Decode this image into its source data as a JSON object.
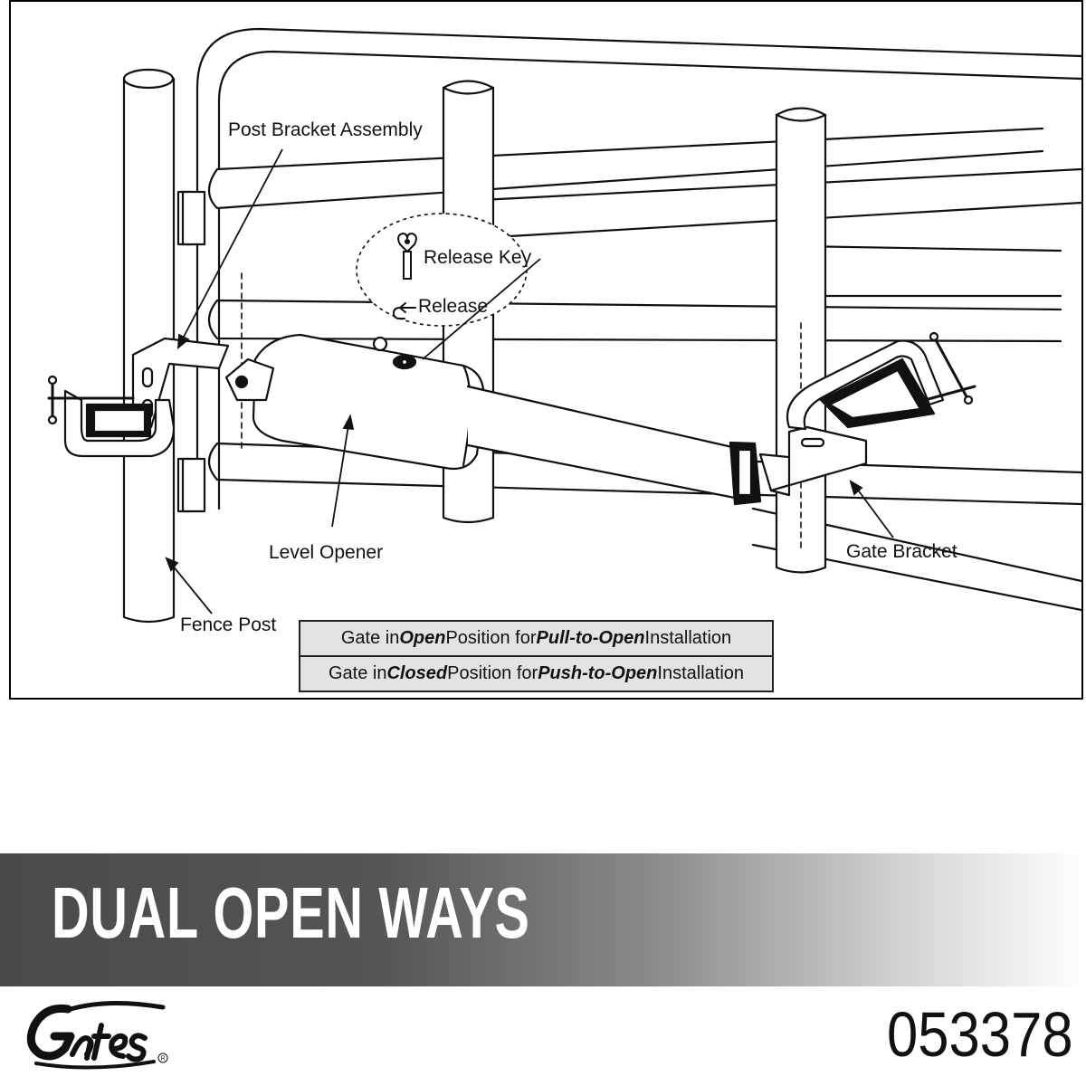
{
  "diagram": {
    "labels": {
      "post_bracket": "Post Bracket Assembly",
      "release_key": "Release Key",
      "release": "Release",
      "level_opener": "Level Opener",
      "gate_bracket": "Gate Bracket",
      "fence_post": "Fence Post"
    },
    "legend": [
      {
        "pre": "Gate in ",
        "bold1": "Open",
        "mid": " Position for ",
        "bold2": "Pull-to-Open",
        "post": " Installation"
      },
      {
        "pre": "Gate in ",
        "bold1": "Closed",
        "mid": " Position for ",
        "bold2": "Push-to-Open",
        "post": " Installation"
      }
    ]
  },
  "banner": {
    "title": "DUAL OPEN WAYS"
  },
  "brand": {
    "logo_text": "Gates",
    "registered_mark": "®"
  },
  "part_number": "053378",
  "colors": {
    "banner_dark": "#4a4a4a",
    "legend_fill": "#e3e3e3"
  }
}
